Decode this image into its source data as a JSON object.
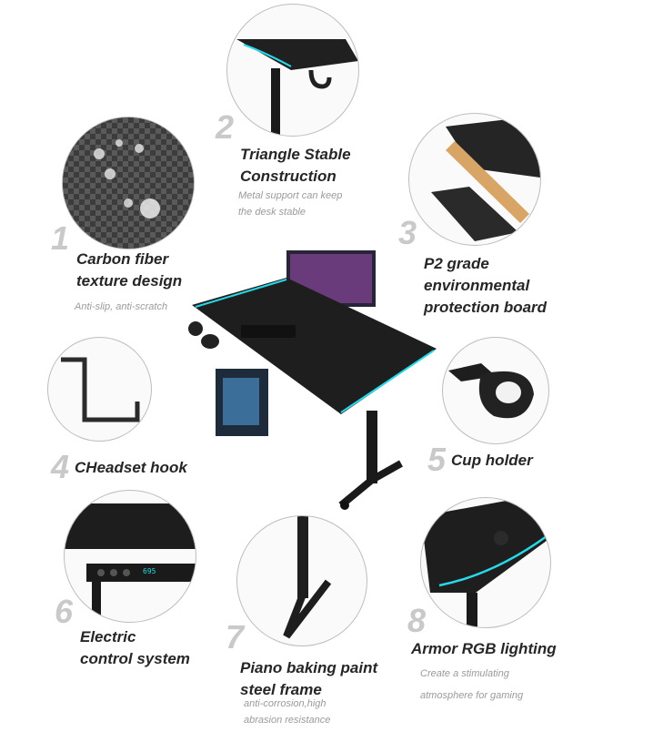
{
  "features": [
    {
      "number": "1",
      "title_line1": "Carbon fiber",
      "title_line2": "texture design",
      "subtitle_line1": "Anti-slip, anti-scratch",
      "subtitle_line2": ""
    },
    {
      "number": "2",
      "title_line1": "Triangle Stable",
      "title_line2": "Construction",
      "subtitle_line1": "Metal support can keep",
      "subtitle_line2": "the desk stable"
    },
    {
      "number": "3",
      "title_line1": "P2 grade",
      "title_line2": "environmental",
      "title_line3": "protection board"
    },
    {
      "number": "4",
      "title": "CHeadset hook"
    },
    {
      "number": "5",
      "title": "Cup holder"
    },
    {
      "number": "6",
      "title_line1": "Electric",
      "title_line2": "control system",
      "display_value": "695"
    },
    {
      "number": "7",
      "title_line1": "Piano baking paint",
      "title_line2": "steel frame",
      "subtitle_line1": "anti-corrosion,high",
      "subtitle_line2": "abrasion resistance"
    },
    {
      "number": "8",
      "title": "Armor RGB lighting",
      "subtitle_line1": "Create a stimulating",
      "subtitle_line2": "atmosphere for gaming"
    }
  ],
  "icons": [
    "carbon-fiber-closeup-icon",
    "desk-corner-frame-icon",
    "wood-board-layer-icon",
    "headset-hook-icon",
    "cup-holder-icon",
    "control-panel-icon",
    "steel-leg-icon",
    "rgb-light-edge-icon",
    "gaming-desk-icon"
  ],
  "colors": {
    "accent_rgb": "#27d8e8",
    "desk": "#1c1c1c",
    "number_gray": "#c9c9c9",
    "wood": "#d9a566"
  }
}
